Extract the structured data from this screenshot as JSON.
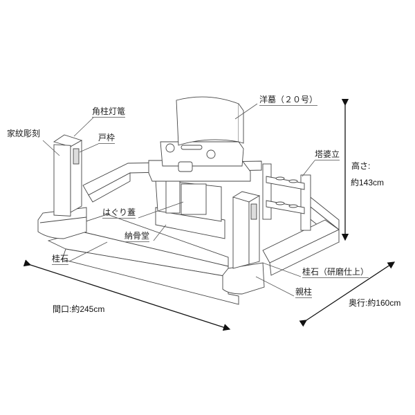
{
  "labels": {
    "western_tombstone": "洋墓（２０号）",
    "square_lantern": "角柱灯篭",
    "family_crest": "家紋彫刻",
    "door_frame": "戸枠",
    "stupa_stand": "塔婆立",
    "hinged_lid": "はぐり蓋",
    "ossuary": "納骨堂",
    "border_stone": "桂石",
    "border_stone_polished": "桂石（研磨仕上）",
    "main_pillar": "親柱"
  },
  "dimensions": {
    "height_label": "高さ:",
    "height_value": "約143cm",
    "width": "間口:約245cm",
    "depth": "奥行:約160cm"
  },
  "colors": {
    "line": "#333333",
    "dim_line": "#111111"
  }
}
